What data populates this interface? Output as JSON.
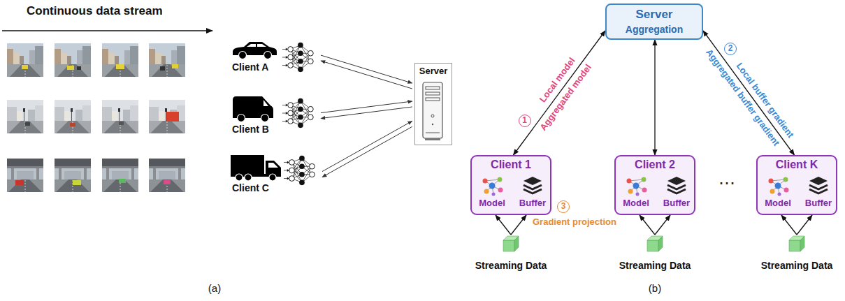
{
  "diagram": {
    "nodes": [
      {
        "text": [
          "Client A"
        ]
      },
      {
        "text": [
          "Client B"
        ]
      },
      {
        "text": [
          "Client C"
        ]
      },
      {
        "text": [
          "Server"
        ]
      },
      {
        "text": [
          "Server",
          "Aggregation"
        ]
      },
      {
        "text": [
          "Client 1",
          "Model",
          "Buffer"
        ]
      },
      {
        "text": [
          "Client 2",
          "Model",
          "Buffer"
        ]
      },
      {
        "text": [
          "Client K",
          "Model",
          "Buffer"
        ]
      },
      {
        "text": [
          "Streaming Data"
        ]
      },
      {
        "text": [
          "Streaming Data"
        ]
      },
      {
        "text": [
          "Streaming Data"
        ]
      }
    ],
    "edges": [
      {
        "from": 0,
        "to": 3,
        "arrow": "to"
      },
      {
        "from": 3,
        "to": 0,
        "arrow": "to"
      },
      {
        "from": 1,
        "to": 3,
        "arrow": "to"
      },
      {
        "from": 3,
        "to": 1,
        "arrow": "to"
      },
      {
        "from": 2,
        "to": 3,
        "arrow": "to"
      },
      {
        "from": 3,
        "to": 2,
        "arrow": "to"
      },
      {
        "from": 5,
        "to": 4,
        "label": "Local model",
        "arrow": "both"
      },
      {
        "from": 6,
        "to": 4,
        "arrow": "both"
      },
      {
        "from": 7,
        "to": 4,
        "label": "Local buffer gradient",
        "arrow": "both"
      },
      {
        "from": 8,
        "to": 5,
        "arrow": "to"
      },
      {
        "from": 9,
        "to": 6,
        "arrow": "to"
      },
      {
        "from": 10,
        "to": 7,
        "arrow": "to"
      }
    ],
    "labels": [
      "Continuous data stream",
      "1",
      "Aggregated model",
      "2",
      "Aggregated buffer gradient",
      "3",
      "Gradient projection",
      "⋯",
      "(a)",
      "(b)"
    ]
  }
}
